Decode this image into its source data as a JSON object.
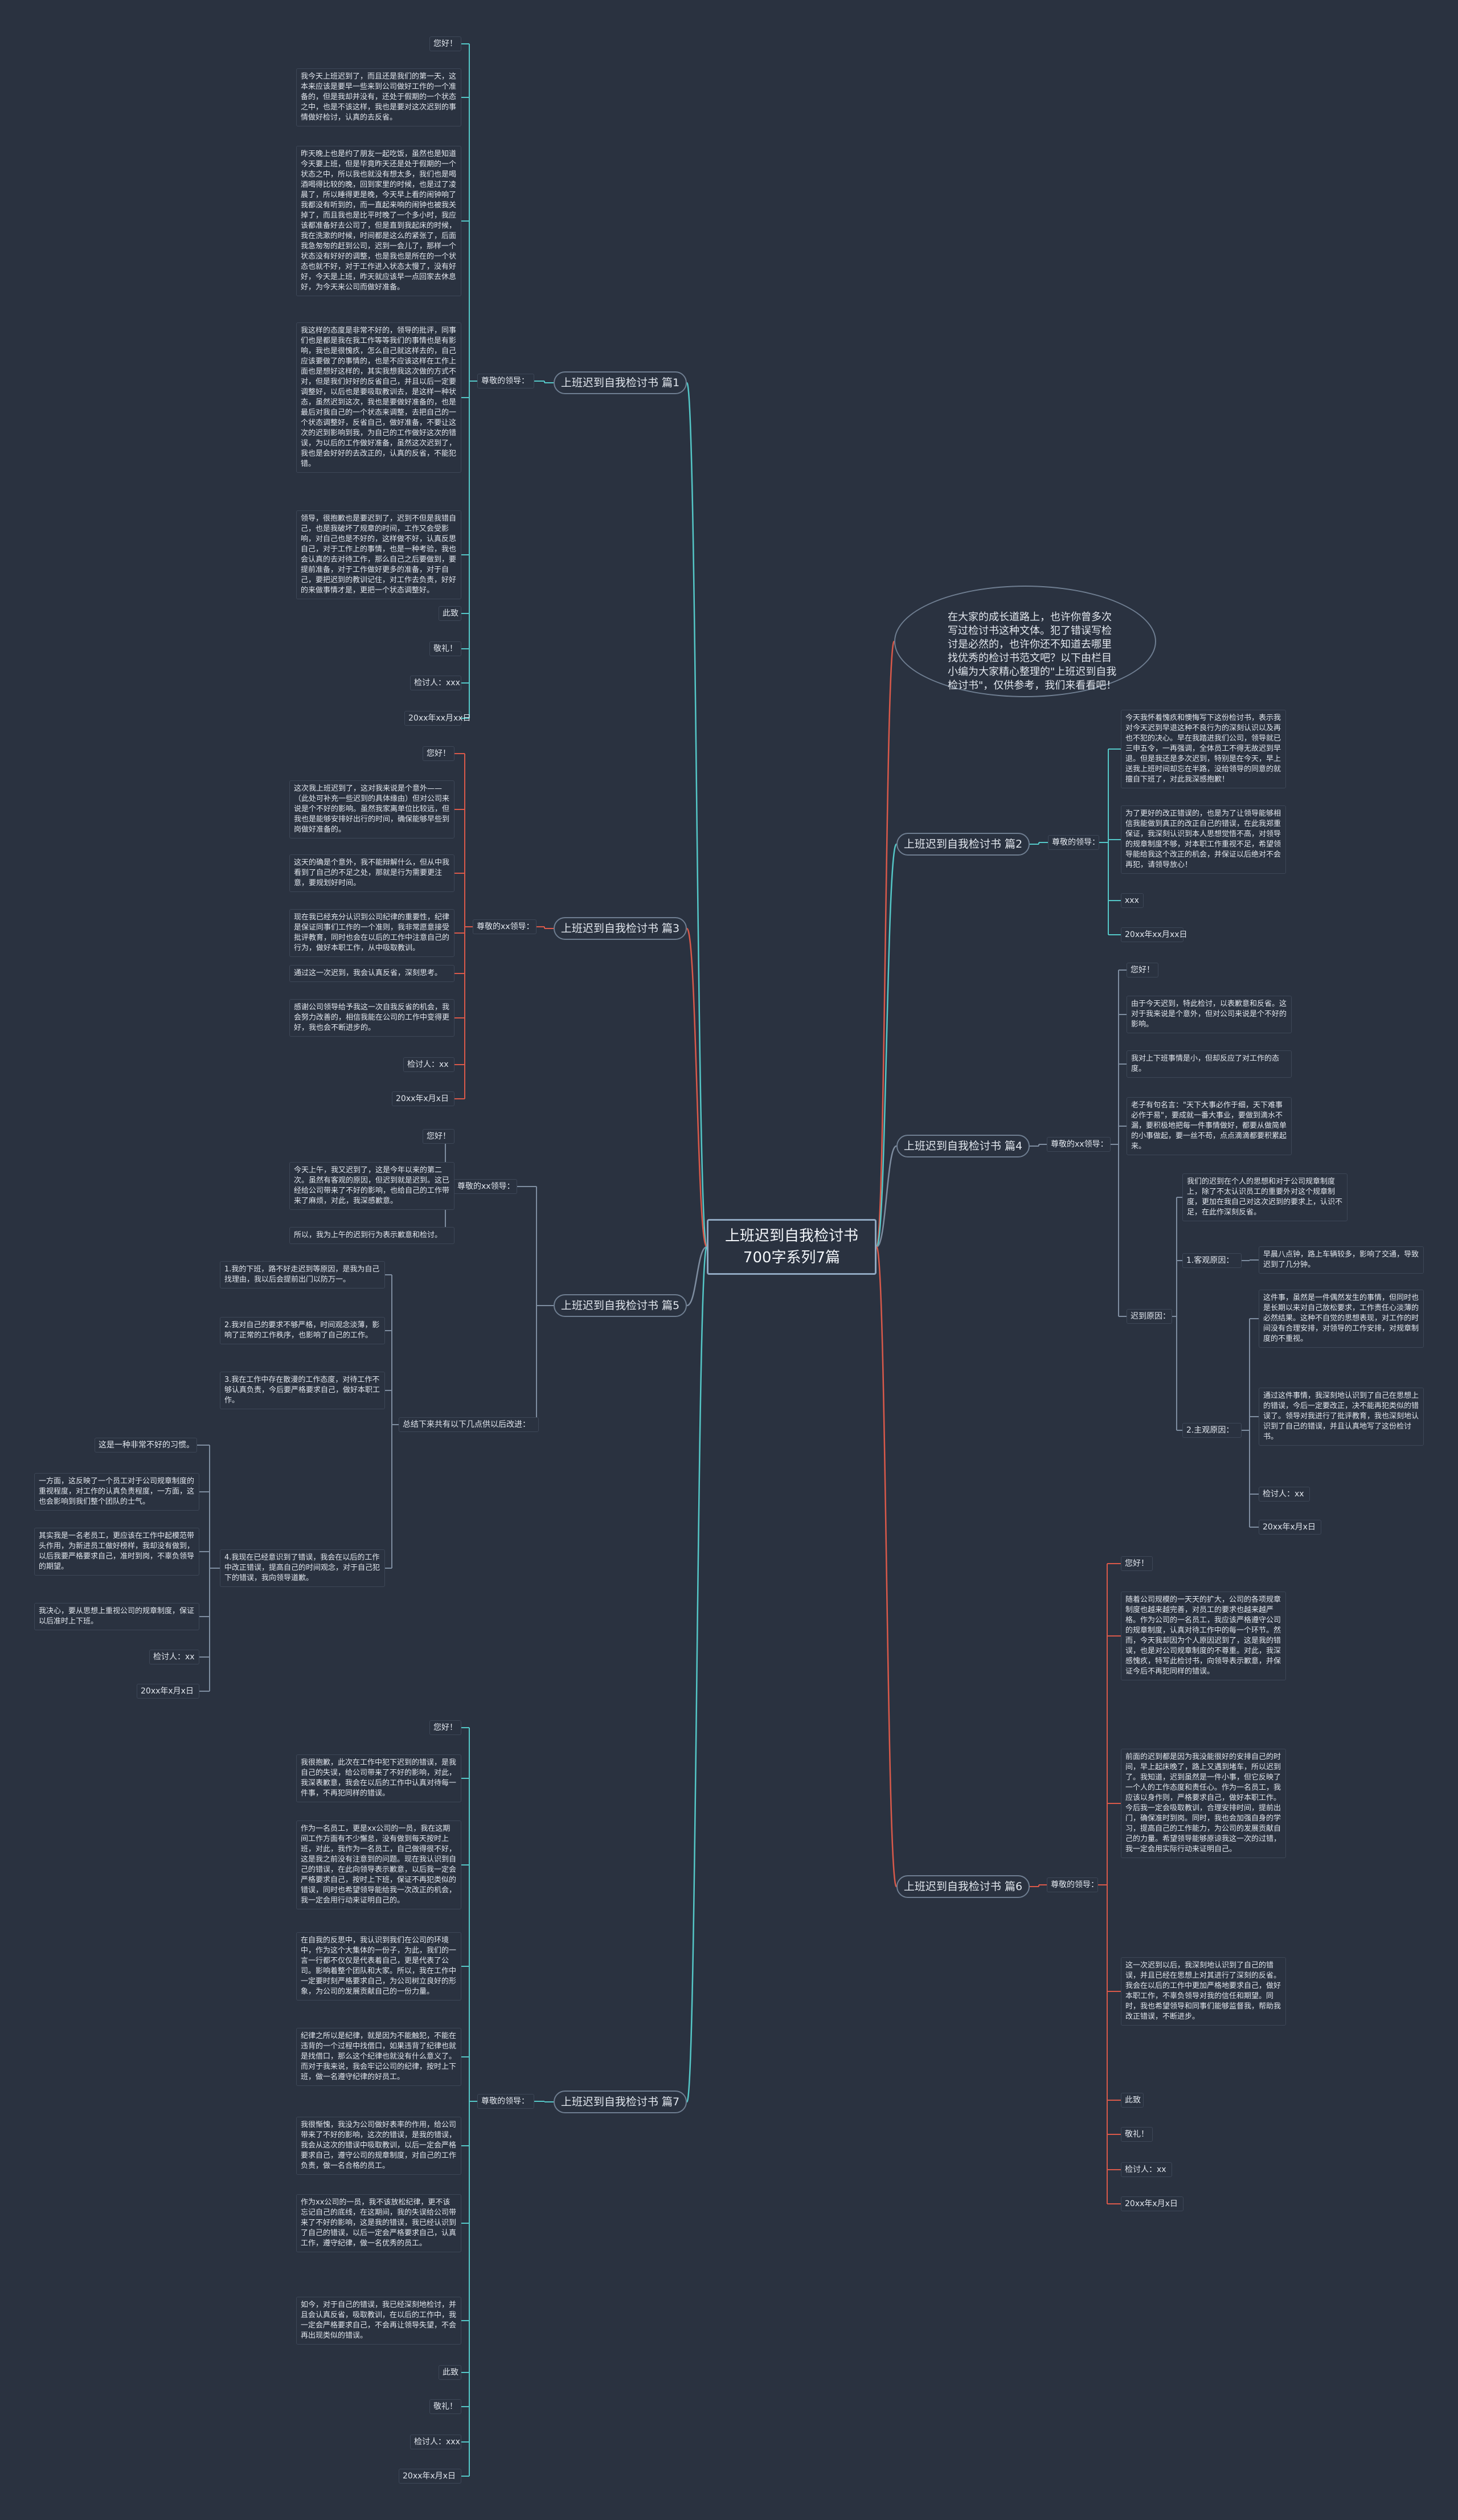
{
  "root": {
    "title": "上班迟到自我检讨书700字系列7篇"
  },
  "intro": {
    "text": "在大家的成长道路上，也许你曾多次写过检讨书这种文体。犯了错误写检讨是必然的，也许你还不知道去哪里找优秀的检讨书范文吧？以下由栏目小编为大家精心整理的\"上班迟到自我检讨书\"，仅供参考，我们来看看吧！"
  },
  "colors": {
    "teal": "#54c7c7",
    "red": "#d9594a",
    "line": "#7e8da0",
    "background": "#2a3240"
  },
  "branches": {
    "b1": {
      "title": "上班迟到自我检讨书 篇1",
      "addressee": "尊敬的领导：",
      "items": [
        "您好！",
        "我今天上班迟到了，而且还是我们的第一天，这本来应该是要早一些来到公司做好工作的一个准备的，但是我却并没有，还处于假期的一个状态之中，也是不该这样，我也是要对这次迟到的事情做好检讨，认真的去反省。",
        "昨天晚上也是约了朋友一起吃饭，虽然也是知道今天要上班，但是毕竟昨天还是处于假期的一个状态之中，所以我也就没有想太多，我们也是喝酒喝得比较的晚，回到家里的时候，也是过了凌晨了，所以睡得更是晚，今天早上看的闹钟响了我都没有听到的，而一直起来响的闹钟也被我关掉了，而且我也是比平时晚了一个多小时，我应该都准备好去公司了，但是直到我起床的时候，我在洗漱的时候，时间都是这么的紧张了，后面我急匆匆的赶到公司，迟到一会儿了，那样一个状态没有好好的调整，也是我也是所在的一个状态也就不好，对于工作进入状态太慢了，没有好好，今天是上班，昨天就应该早一点回家去休息好，为今天来公司而做好准备。",
        "我这样的态度是非常不好的，领导的批评，同事们也是都是我在我工作等等我们的事情也是有影响，我也是很愧疚，怎么自己就这样去的，自己应该要做了的事情的，也是不应该这样在工作上面也是想好这样的，其实我想我这次做的方式不对，但是我们好好的反省自己，并且以后一定要调整好，以后也是要吸取教训去，是这样一种状态，虽然迟到这次，我也是要做好准备的，也是最后对我自己的一个状态来调整，去把自己的一个状态调整好，反省自己，做好准备，不要让这次的迟到影响到我，为自己的工作做好这次的错误，为以后的工作做好准备，虽然这次迟到了，我也是会好好的去改正的，认真的反省，不能犯错。",
        "领导，很抱歉也是要迟到了，迟到不但是我错自己，也是我破坏了规章的时间，工作又会受影响，对自己也是不好的，这样做不好，认真反思自己，对于工作上的事情，也是一种考验，我也会认真的去对待工作，那么自己之后要做到，要提前准备，对于工作做好更多的准备，对于自己，要把迟到的教训记住，对工作去负责，好好的来做事情才是，更把一个状态调整好。",
        "此致",
        "敬礼！",
        "检讨人：xxx",
        "20xx年xx月xx日"
      ]
    },
    "b2": {
      "title": "上班迟到自我检讨书 篇2",
      "addressee": "尊敬的领导：",
      "items": [
        "今天我怀着愧疚和懊悔写下这份检讨书，表示我对今天迟到早退这种不良行为的深刻认识以及再也不犯的决心。早在我踏进我们公司，领导就已三申五令，一再强调，全体员工不得无故迟到早退。但是我还是多次迟到，特别是在今天，早上送我上班时间却忘在半路，没给领导的同意的就擅自下班了，对此我深感抱歉！",
        "为了更好的改正错误的，也是为了让领导能够相信我能做到真正的改正自己的错误，在此我郑重保证，我深刻认识到本人思想觉悟不高，对领导的规章制度不够，对本职工作重视不足，希望领导能给我这个改正的机会，并保证以后绝对不会再犯，请领导放心！",
        "xxx",
        "20xx年xx月xx日"
      ]
    },
    "b3": {
      "title": "上班迟到自我检讨书 篇3",
      "addressee": "尊敬的xx领导：",
      "items": [
        "您好！",
        "这次我上班迟到了，这对我来说是个意外——（此处可补充一些迟到的具体缘由）但对公司来说是个不好的影响。虽然我家离单位比较远，但我也是能够安排好出行的时间，确保能够早些到岗做好准备的。",
        "这天的确是个意外，我不能辩解什么，但从中我看到了自己的不足之处，那就是行为需要更注意，要规划好时间。",
        "现在我已经充分认识到公司纪律的重要性，纪律是保证同事们工作的一个准则，我非常愿意接受批评教育，同时也会在以后的工作中注意自己的行为，做好本职工作，从中吸取教训。",
        "通过这一次迟到，我会认真反省，深刻思考。",
        "感谢公司领导给予我这一次自我反省的机会，我会努力改善的，相信我能在公司的工作中变得更好，我也会不断进步的。",
        "检讨人：xx",
        "20xx年x月x日"
      ]
    },
    "b4": {
      "title": "上班迟到自我检讨书 篇4",
      "addressee": "尊敬的xx领导：",
      "items": [
        "您好！",
        "由于今天迟到，特此检讨，以表歉意和反省。这对于我来说是个意外，但对公司来说是个不好的影响。",
        "我对上下班事情是小，但却反应了对工作的态度。",
        "老子有句名言：\"天下大事必作于细，天下难事必作于易\"，要成就一番大事业，要做到滴水不漏，要积极地把每一件事情做好，都要从做简单的小事做起，要一丝不苟，点点滴滴都要积累起来。"
      ],
      "reasons_label": "迟到原因：",
      "reason_intro": "我们的迟到在个人的思想和对于公司规章制度上，除了不太认识员工的重要外对这个规章制度，更加在我自己对这次迟到的要求上，认识不足，在此作深刻反省。",
      "reason1_label": "1.客观原因：",
      "reason1_text": "早晨八点钟，路上车辆较多，影响了交通，导致迟到了几分钟。",
      "reason2_label": "2.主观原因：",
      "reason2_texts": [
        "这件事，虽然是一件偶然发生的事情，但同时也是长期以来对自己放松要求，工作责任心淡薄的必然结果。这种不自觉的思想表现，对工作的时间没有合理安排，对领导的工作安排，对规章制度的不重视。",
        "通过这件事情，我深刻地认识到了自己在思想上的错误，今后一定要改正，决不能再犯类似的错误了。领导对我进行了批评教育，我也深刻地认识到了自己的错误，并且认真地写了这份检讨书。"
      ],
      "tail": [
        "检讨人：xx",
        "20xx年x月x日"
      ]
    },
    "b5": {
      "title": "上班迟到自我检讨书 篇5",
      "addressee": "尊敬的xx领导：",
      "top_items": [
        "您好！",
        "今天上午，我又迟到了，这是今年以来的第二次。虽然有客观的原因，但迟到就是迟到。这已经给公司带来了不好的影响，也给自己的工作带来了麻烦，对此，我深感歉意。",
        "所以，我为上午的迟到行为表示歉意和检讨。"
      ],
      "lessons_label": "总结下来共有以下几点供以后改进：",
      "lessons": [
        "1.我的下班，路不好走迟到等原因，是我为自己找理由，我以后会提前出门以防万一。",
        "2.我对自己的要求不够严格，时间观念淡薄，影响了正常的工作秩序，也影响了自己的工作。",
        "3.我在工作中存在散漫的工作态度，对待工作不够认真负责，今后要严格要求自己，做好本职工作。",
        "4.我现在已经意识到了错误，我会在以后的工作中改正错误，提高自己的时间观念，对于自己犯下的错误，我向领导道歉。"
      ],
      "sub_items": [
        "这是一种非常不好的习惯。",
        "一方面，这反映了一个员工对于公司规章制度的重视程度，对工作的认真负责程度，一方面，这也会影响到我们整个团队的士气。",
        "其实我是一名老员工，更应该在工作中起模范带头作用，为新进员工做好榜样，我却没有做到，以后我要严格要求自己，准时到岗，不辜负领导的期望。",
        "我决心，要从思想上重视公司的规章制度，保证以后准时上下班。",
        "检讨人：xx",
        "20xx年x月x日"
      ]
    },
    "b6": {
      "title": "上班迟到自我检讨书 篇6",
      "addressee": "尊敬的领导：",
      "items": [
        "您好！",
        "随着公司规模的一天天的扩大，公司的各项规章制度也越来越完善，对员工的要求也越来越严格。作为公司的一名员工，我应该严格遵守公司的规章制度，认真对待工作中的每一个环节。然而，今天我却因为个人原因迟到了，这是我的错误，也是对公司规章制度的不尊重。对此，我深感愧疚，特写此检讨书，向领导表示歉意，并保证今后不再犯同样的错误。",
        "前面的迟到都是因为我没能很好的安排自己的时间，早上起床晚了，路上又遇到堵车，所以迟到了。我知道，迟到虽然是一件小事，但它反映了一个人的工作态度和责任心。作为一名员工，我应该以身作则，严格要求自己，做好本职工作。今后我一定会吸取教训，合理安排时间，提前出门，确保准时到岗。同时，我也会加强自身的学习，提高自己的工作能力，为公司的发展贡献自己的力量。希望领导能够原谅我这一次的过错，我一定会用实际行动来证明自己。",
        "这一次迟到以后，我深刻地认识到了自己的错误，并且已经在思想上对其进行了深刻的反省。我会在以后的工作中更加严格地要求自己，做好本职工作，不辜负领导对我的信任和期望。同时，我也希望领导和同事们能够监督我，帮助我改正错误，不断进步。",
        "此致",
        "敬礼！",
        "检讨人：xx",
        "20xx年x月x日"
      ]
    },
    "b7": {
      "title": "上班迟到自我检讨书 篇7",
      "addressee": "尊敬的领导：",
      "items": [
        "您好！",
        "我很抱歉，此次在工作中犯下迟到的错误，是我自己的失误，给公司带来了不好的影响，对此，我深表歉意，我会在以后的工作中认真对待每一件事，不再犯同样的错误。",
        "作为一名员工，更是xx公司的一员，我在这期间工作方面有不少懈怠，没有做到每天按时上班，对此，我作为一名员工，自己做得很不好，这是我之前没有注意到的问题。现在我认识到自己的错误，在此向领导表示歉意，以后我一定会严格要求自己，按时上下班，保证不再犯类似的错误，同时也希望领导能给我一次改正的机会，我一定会用行动来证明自己的。",
        "在自我的反思中，我认识到我们在公司的环境中，作为这个大集体的一份子，为此，我们的一言一行都不仅仅是代表着自己，更是代表了公司。影响着整个团队和大家。所以，我在工作中一定要时刻严格要求自己，为公司树立良好的形象，为公司的发展贡献自己的一份力量。",
        "纪律之所以是纪律，就是因为不能触犯，不能在违背的一个过程中找借口，如果违背了纪律也就是找借口，那么这个纪律也就没有什么意义了。而对于我来说，我会牢记公司的纪律，按时上下班，做一名遵守纪律的好员工。",
        "我很惭愧，我没为公司做好表率的作用，给公司带来了不好的影响，这次的错误，是我的错误，我会从这次的错误中吸取教训，以后一定会严格要求自己，遵守公司的规章制度，对自己的工作负责，做一名合格的员工。",
        "作为xx公司的一员，我不该放松纪律，更不该忘记自己的底线，在这期间，我的失误给公司带来了不好的影响，这是我的错误，我已经认识到了自己的错误，以后一定会严格要求自己，认真工作，遵守纪律，做一名优秀的员工。",
        "如今，对于自己的错误，我已经深刻地检讨，并且会认真反省，吸取教训，在以后的工作中，我一定会严格要求自己，不会再让领导失望，不会再出现类似的错误。",
        "此致",
        "敬礼！",
        "检讨人：xxx",
        "20xx年x月x日"
      ]
    }
  }
}
